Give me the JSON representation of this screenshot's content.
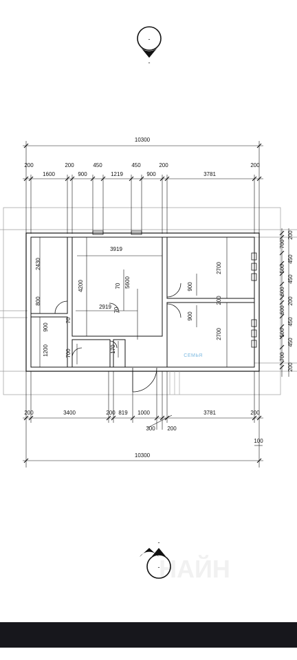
{
  "section_marks": {
    "top": {
      "symbol": "-",
      "label": "-"
    },
    "bottom": {
      "symbol": "-",
      "label": "-"
    }
  },
  "dimensions": {
    "top_overall": "10300",
    "top_row": [
      "200",
      "1600",
      "200",
      "900",
      "450",
      "1219",
      "450",
      "900",
      "200",
      "3781",
      "200"
    ],
    "bottom_row": [
      "200",
      "3400",
      "200",
      "819",
      "1000",
      "3781",
      "200"
    ],
    "bottom_small": [
      "300",
      "200"
    ],
    "bottom_extra": "100",
    "bottom_overall": "10300",
    "right_column": [
      "700",
      "200",
      "450",
      "500",
      "450",
      "600",
      "200",
      "600",
      "450",
      "500",
      "450",
      "700",
      "200"
    ],
    "interior": {
      "hall_width": "3919",
      "hall_height": "4200",
      "diag_5600": "5600",
      "value_70a": "70",
      "value_70b": "70",
      "corridor": "2919",
      "room_a_height": "2700",
      "room_b_height": "2700",
      "door_900_a": "900",
      "door_900_b": "900",
      "wall_200": "200",
      "left_2430": "2430",
      "left_800": "800",
      "left_900": "900",
      "left_1200": "1200",
      "small_70": "70",
      "small_700": "700",
      "small_170": "170"
    }
  },
  "brand": "СЕМЬЯ",
  "watermark": "НАЙН",
  "colors": {
    "line": "#111111",
    "outline": "#9a9a9a",
    "brand": "#7ab8e0",
    "bar": "#17171c"
  }
}
